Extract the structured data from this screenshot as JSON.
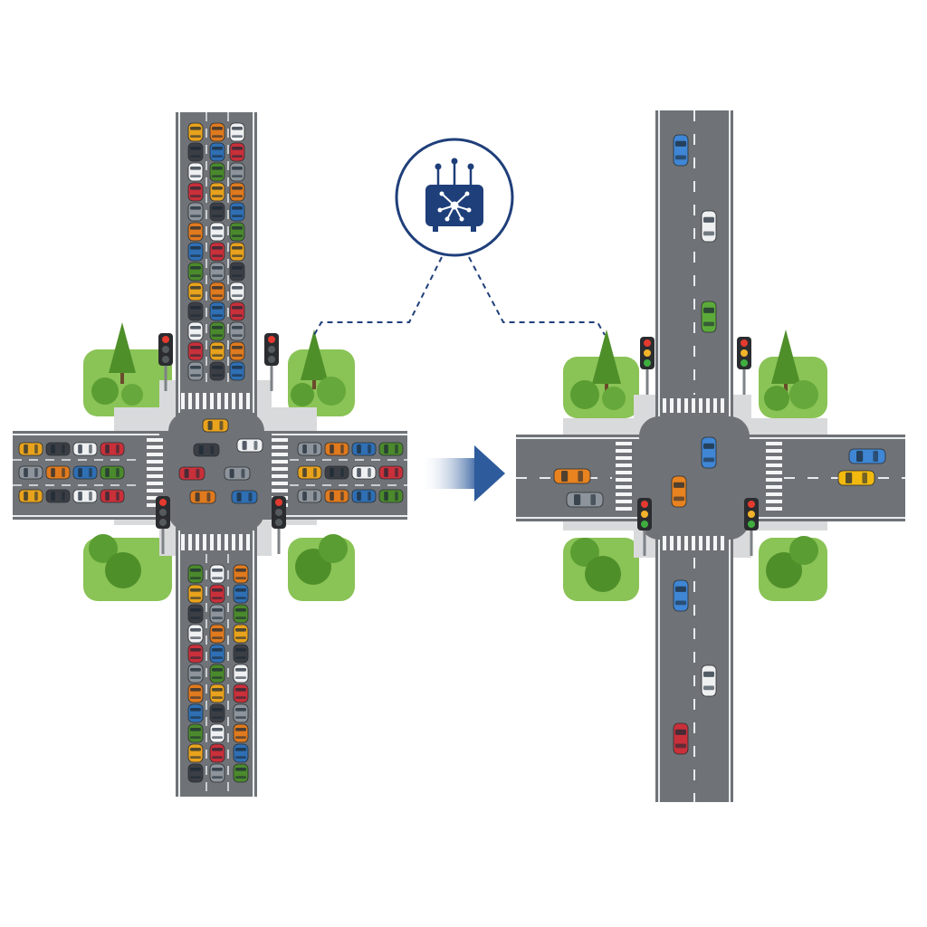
{
  "diagram": {
    "panels": [
      {
        "name": "congested-intersection",
        "signals": [
          "red",
          "red",
          "red",
          "red"
        ],
        "car_colors": [
          "#3b3f45",
          "#2f6fb3",
          "#c9303a",
          "#e8a21c",
          "#e07a1e",
          "#eef0f2",
          "#4b8a2c",
          "#8d949b"
        ]
      },
      {
        "name": "optimized-intersection",
        "signals": [
          "yellow",
          "yellow",
          "yellow",
          "yellow"
        ],
        "car_colors": [
          "#3f86d4",
          "#eef0f2",
          "#5cab3a",
          "#e8831f",
          "#f2b90f",
          "#8d949b",
          "#c9303a"
        ]
      }
    ],
    "hub_icon": "network-node-icon",
    "arrow_icon": "arrow-right-icon",
    "colors": {
      "road": "#6f7377",
      "sidewalk": "#d9dadb",
      "grass": "#8ac356",
      "tree": "#4f8f2a",
      "hub": "#1f3f7a",
      "arrow": "#2e5b9c"
    }
  }
}
